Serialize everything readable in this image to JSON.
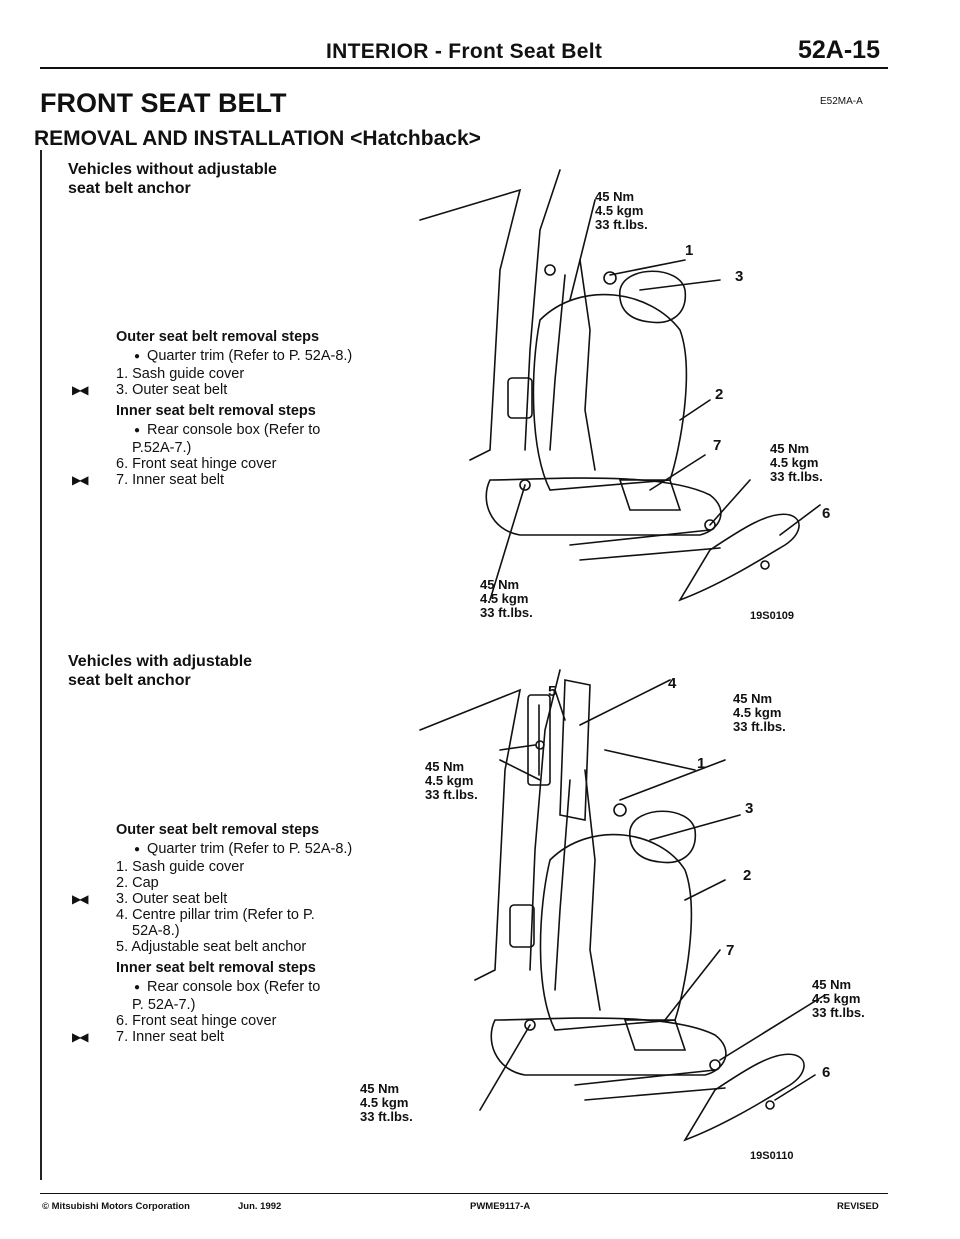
{
  "header": {
    "title": "INTERIOR - Front Seat Belt",
    "page": "52A-15"
  },
  "section": {
    "title": "FRONT SEAT BELT",
    "code": "E52MA-A",
    "subtitle": "REMOVAL AND INSTALLATION <Hatchback>"
  },
  "figure1": {
    "heading_line1": "Vehicles without adjustable",
    "heading_line2": "seat belt anchor",
    "outer_heading": "Outer seat belt removal steps",
    "outer_steps": [
      "Quarter trim (Refer to P. 52A-8.)",
      "1. Sash guide cover",
      "3. Outer seat belt"
    ],
    "inner_heading": "Inner seat belt removal steps",
    "inner_steps": [
      "Rear console box (Refer to",
      "P.52A-7.)",
      "6. Front seat hinge cover",
      "7. Inner seat belt"
    ],
    "torque": [
      "45 Nm",
      "4.5 kgm",
      "33 ft.lbs."
    ],
    "callouts": [
      "1",
      "3",
      "2",
      "7",
      "6"
    ],
    "figure_id": "19S0109"
  },
  "figure2": {
    "heading_line1": "Vehicles with adjustable",
    "heading_line2": "seat belt anchor",
    "outer_heading": "Outer seat belt removal steps",
    "outer_steps": [
      "Quarter trim (Refer to P. 52A-8.)",
      "1. Sash guide cover",
      "2. Cap",
      "3. Outer seat belt",
      "4. Centre pillar trim (Refer to P.",
      "52A-8.)",
      "5. Adjustable seat belt anchor"
    ],
    "inner_heading": "Inner seat belt removal steps",
    "inner_steps": [
      "Rear console box (Refer to",
      "P. 52A-7.)",
      "6. Front seat hinge cover",
      "7. Inner seat belt"
    ],
    "torque": [
      "45 Nm",
      "4.5 kgm",
      "33 ft.lbs."
    ],
    "callouts": [
      "5",
      "4",
      "1",
      "3",
      "2",
      "7",
      "6"
    ],
    "figure_id": "19S0110"
  },
  "marker": "▶◀",
  "footer": {
    "copyright": "© Mitsubishi Motors Corporation",
    "date": "Jun. 1992",
    "code": "PWME9117-A",
    "status": "REVISED"
  }
}
